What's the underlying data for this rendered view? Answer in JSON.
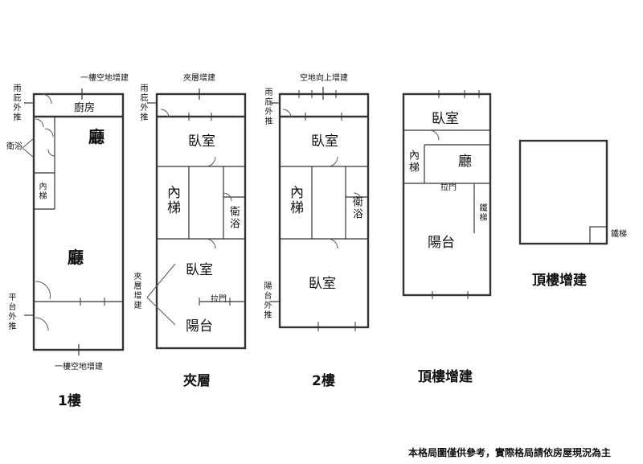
{
  "floors": {
    "f1": {
      "caption": "1樓",
      "rooms": {
        "kitchen": "廚房",
        "living_top": "廳",
        "living_main": "廳",
        "bath": "衛浴",
        "stairs": "內梯"
      },
      "notes": {
        "top_ext": "一樓空地增建",
        "bottom_ext": "一樓空地增建",
        "rain_shelter": "雨庇外推",
        "platform": "平台外推"
      }
    },
    "mezz": {
      "caption": "夾層",
      "rooms": {
        "bedroom_top": "臥室",
        "stairs": "內梯",
        "bath": "衛浴",
        "bedroom_bottom": "臥室",
        "balcony": "陽台",
        "sliding_door": "拉門"
      },
      "notes": {
        "top_ext": "夾層增建",
        "rain_shelter": "雨庇外推",
        "side_ext": "夾層增建"
      }
    },
    "f2": {
      "caption": "2樓",
      "rooms": {
        "bedroom_top": "臥室",
        "stairs": "內梯",
        "bath": "衛浴",
        "bedroom_bottom": "臥室"
      },
      "notes": {
        "top_ext": "空地向上增建",
        "rain_shelter": "雨庇外推",
        "balcony_out": "陽台外推"
      }
    },
    "roof_a": {
      "caption": "頂樓增建",
      "rooms": {
        "bedroom": "臥室",
        "stairs": "內梯",
        "living": "廳",
        "iron_stairs": "鐵梯",
        "sliding_door": "拉門",
        "balcony": "陽台"
      }
    },
    "roof_b": {
      "caption": "頂樓增建",
      "rooms": {
        "iron_stairs": "鐵梯"
      }
    }
  },
  "footer": "本格局圖僅供參考，實際格局請依房屋現況為主"
}
